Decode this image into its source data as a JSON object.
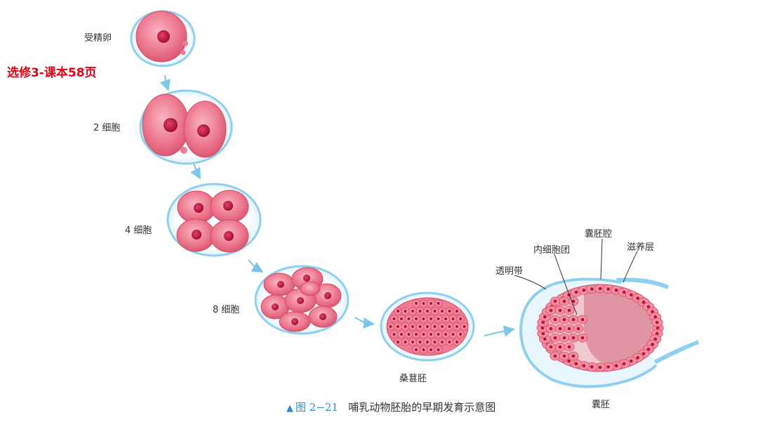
{
  "note": "选修3-课本58页",
  "stages": {
    "zygote": "受精卵",
    "two_cell": "2 细胞",
    "four_cell": "4 细胞",
    "eight_cell": "8 细胞",
    "morula": "桑葚胚",
    "blastocyst": "囊胚"
  },
  "blastocyst_parts": {
    "zona": "透明带",
    "inner_mass": "内细胞团",
    "cavity": "囊胚腔",
    "trophoblast": "滋养层"
  },
  "caption": {
    "figure": "图 2−21",
    "text": "哺乳动物胚胎的早期发育示意图"
  },
  "colors": {
    "zona_fill": "#eaf6fd",
    "zona_stroke": "#8fd0ee",
    "cell_fill": "#f07c92",
    "cell_stroke": "#d84a66",
    "nucleus": "#c4163c",
    "arrow": "#7cc6ea",
    "note_red": "#e60012"
  }
}
